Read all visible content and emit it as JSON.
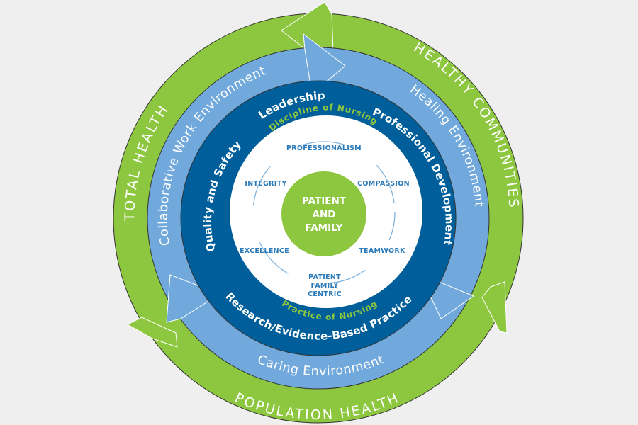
{
  "colors": {
    "background": "#efefef",
    "outer_ring": "#8dc63f",
    "middle_ring": "#72a9dc",
    "inner_ring": "#005f9b",
    "core_area": "#ffffff",
    "core_circle": "#8dc63f",
    "value_text": "#2a7ab9",
    "arc_label_text": "#8dc63f"
  },
  "outer_ring": {
    "labels": {
      "left": "TOTAL HEALTH",
      "right": "HEALTHY COMMUNITIES",
      "bottom": "POPULATION HEALTH"
    }
  },
  "middle_ring": {
    "labels": {
      "left": "Collaborative Work Environment",
      "right": "Healing Environment",
      "bottom": "Caring Environment"
    }
  },
  "inner_ring": {
    "labels": {
      "top": "Leadership",
      "left": "Quality and Safety",
      "right": "Professional Development",
      "bottom": "Research/Evidence-Based Practice"
    }
  },
  "core": {
    "arc_top": "Discipline of Nursing",
    "arc_bottom": "Practice of Nursing",
    "values": {
      "top": "PROFESSIONALISM",
      "upper_left": "INTEGRITY",
      "upper_right": "COMPASSION",
      "lower_left": "EXCELLENCE",
      "lower_right": "TEAMWORK",
      "bottom": [
        "PATIENT",
        "FAMILY",
        "CENTRIC"
      ]
    },
    "center": [
      "PATIENT",
      "AND",
      "FAMILY"
    ]
  }
}
